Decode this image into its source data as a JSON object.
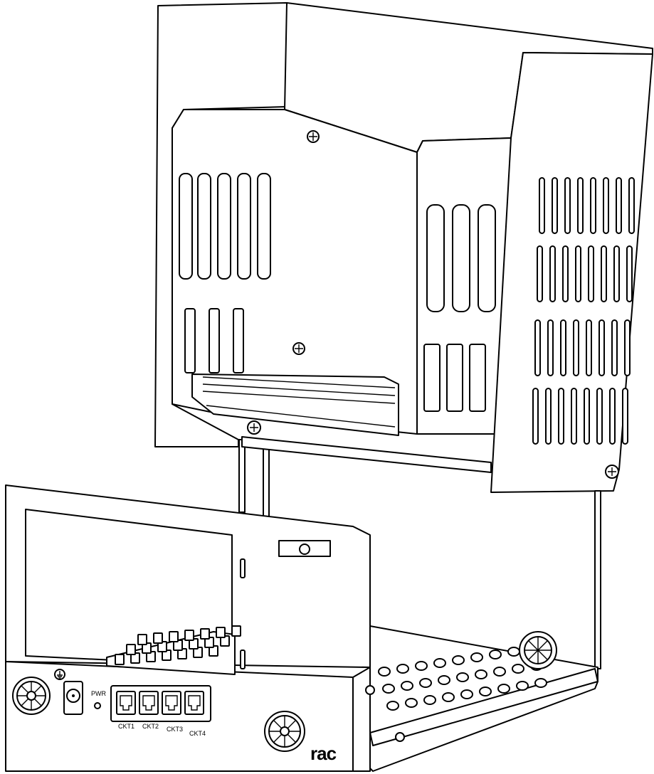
{
  "labels": {
    "power": "PWR",
    "ports": [
      "CKT1",
      "CKT2",
      "CKT3",
      "CKT4"
    ],
    "logo": "rac"
  },
  "colors": {
    "line": "#000000",
    "background": "#ffffff"
  },
  "icons": [
    "ground-symbol-icon",
    "fan-grille-icon",
    "rj45-port-icon",
    "screw-icon"
  ]
}
